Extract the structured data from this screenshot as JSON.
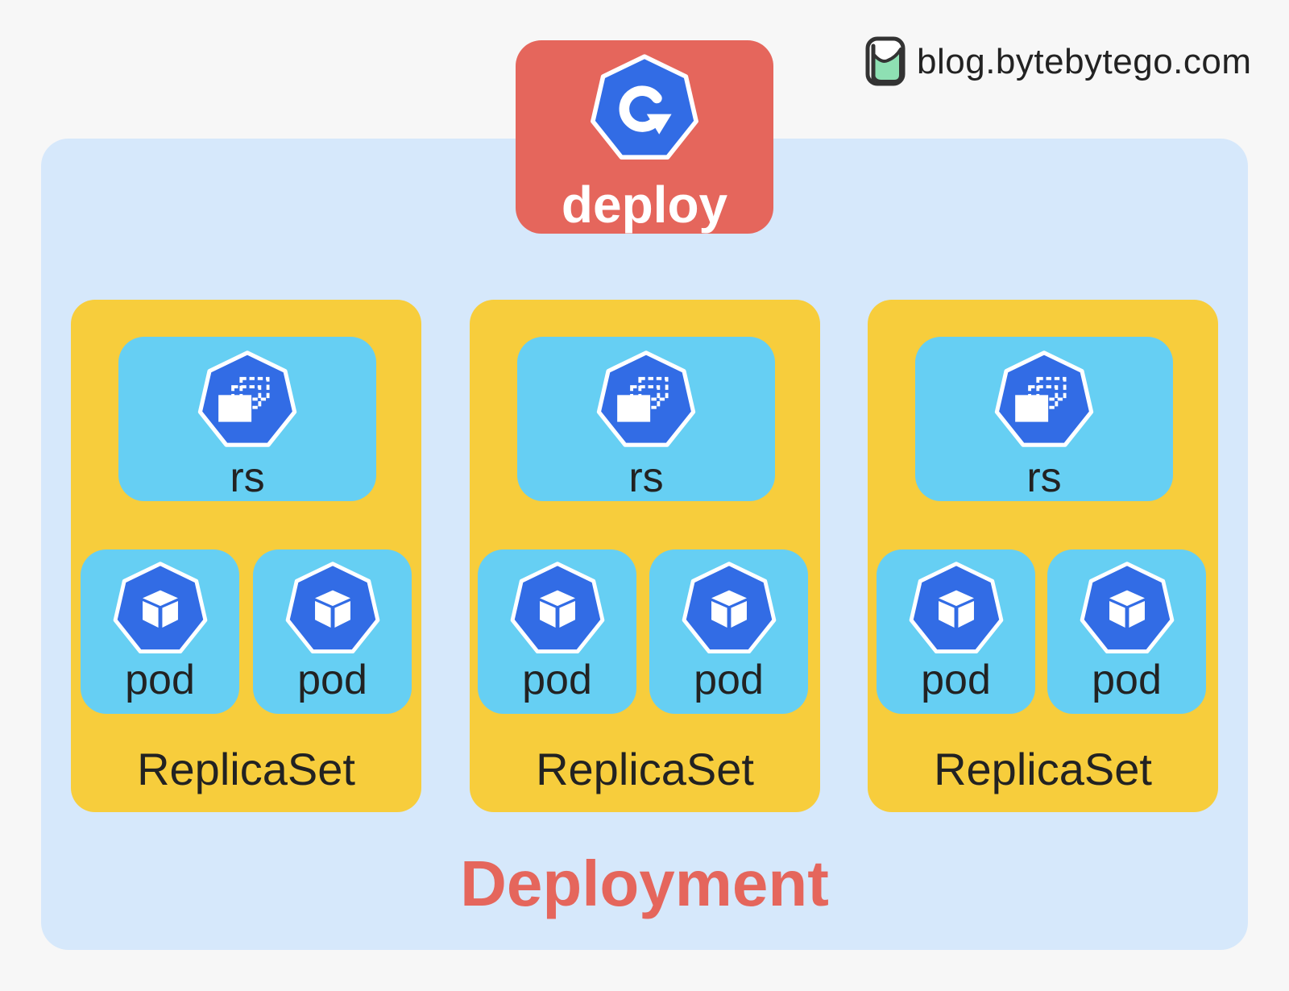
{
  "brand": {
    "text": "blog.bytebytego.com",
    "logo_icon": "bytebytego-logo-icon"
  },
  "deploy": {
    "label": "deploy",
    "icon": "deploy-refresh-icon"
  },
  "replicasets": [
    {
      "rs_label": "rs",
      "pods": [
        {
          "label": "pod"
        },
        {
          "label": "pod"
        }
      ],
      "group_label": "ReplicaSet"
    },
    {
      "rs_label": "rs",
      "pods": [
        {
          "label": "pod"
        },
        {
          "label": "pod"
        }
      ],
      "group_label": "ReplicaSet"
    },
    {
      "rs_label": "rs",
      "pods": [
        {
          "label": "pod"
        },
        {
          "label": "pod"
        }
      ],
      "group_label": "ReplicaSet"
    }
  ],
  "deployment": {
    "label": "Deployment"
  },
  "colors": {
    "background": "#f7f7f7",
    "deployment_fill": "#d6e8fb",
    "deploy_badge": "#e5665c",
    "replicaset_fill": "#f7cd3c",
    "card_fill": "#66cff3",
    "k8s_blue": "#326ce5",
    "deployment_text": "#e5665c"
  }
}
